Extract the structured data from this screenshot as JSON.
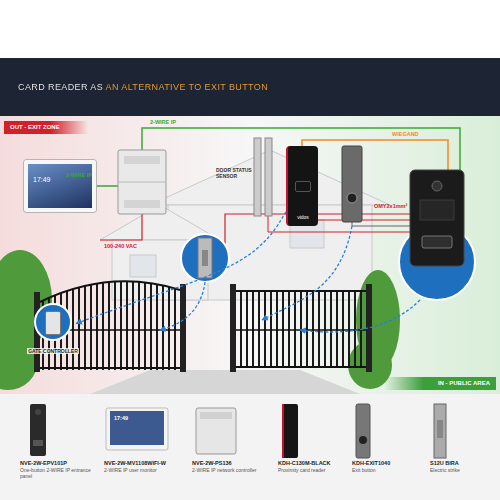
{
  "diagram": {
    "title": "CARD READER AS AN ALTERNATIVE TO EXIT BUTTON",
    "nodes": [
      {
        "text": [
          "OUT - EXIT ZONE"
        ]
      },
      {
        "text": [
          "17:49"
        ]
      },
      {
        "text": [
          "DOOR STATUS SENSOR"
        ]
      },
      {
        "text": [
          "vidos"
        ]
      },
      {
        "text": [
          "GATE CONTROLLER"
        ]
      },
      {
        "text": [
          "IN - PUBLIC AREA"
        ]
      },
      {
        "text": [
          "NVE-2W-EPV101P",
          "One-button 2-WIRE IP entrance panel"
        ]
      },
      {
        "text": [
          "NVE-2W-MV1108WIFI-W",
          "2-WIRE IP user monitor"
        ]
      },
      {
        "text": [
          "NVE-2W-PS136",
          "2-WIRE IP network controller"
        ]
      },
      {
        "text": [
          "KDH-C130M-BLACK",
          "Proximity card reader"
        ]
      },
      {
        "text": [
          "KDH-EXIT1040",
          "Exit button"
        ]
      },
      {
        "text": [
          "S12U BIRA",
          "Electric strike"
        ]
      }
    ],
    "edges": [
      {
        "from": 3,
        "to": 4,
        "arrow": "to"
      }
    ],
    "labels": [
      "2-WIRE IP",
      "2-WIRE IP",
      "100-240 VAC",
      "WIEGAND",
      "OMY2x1mm²",
      "17:49"
    ]
  }
}
